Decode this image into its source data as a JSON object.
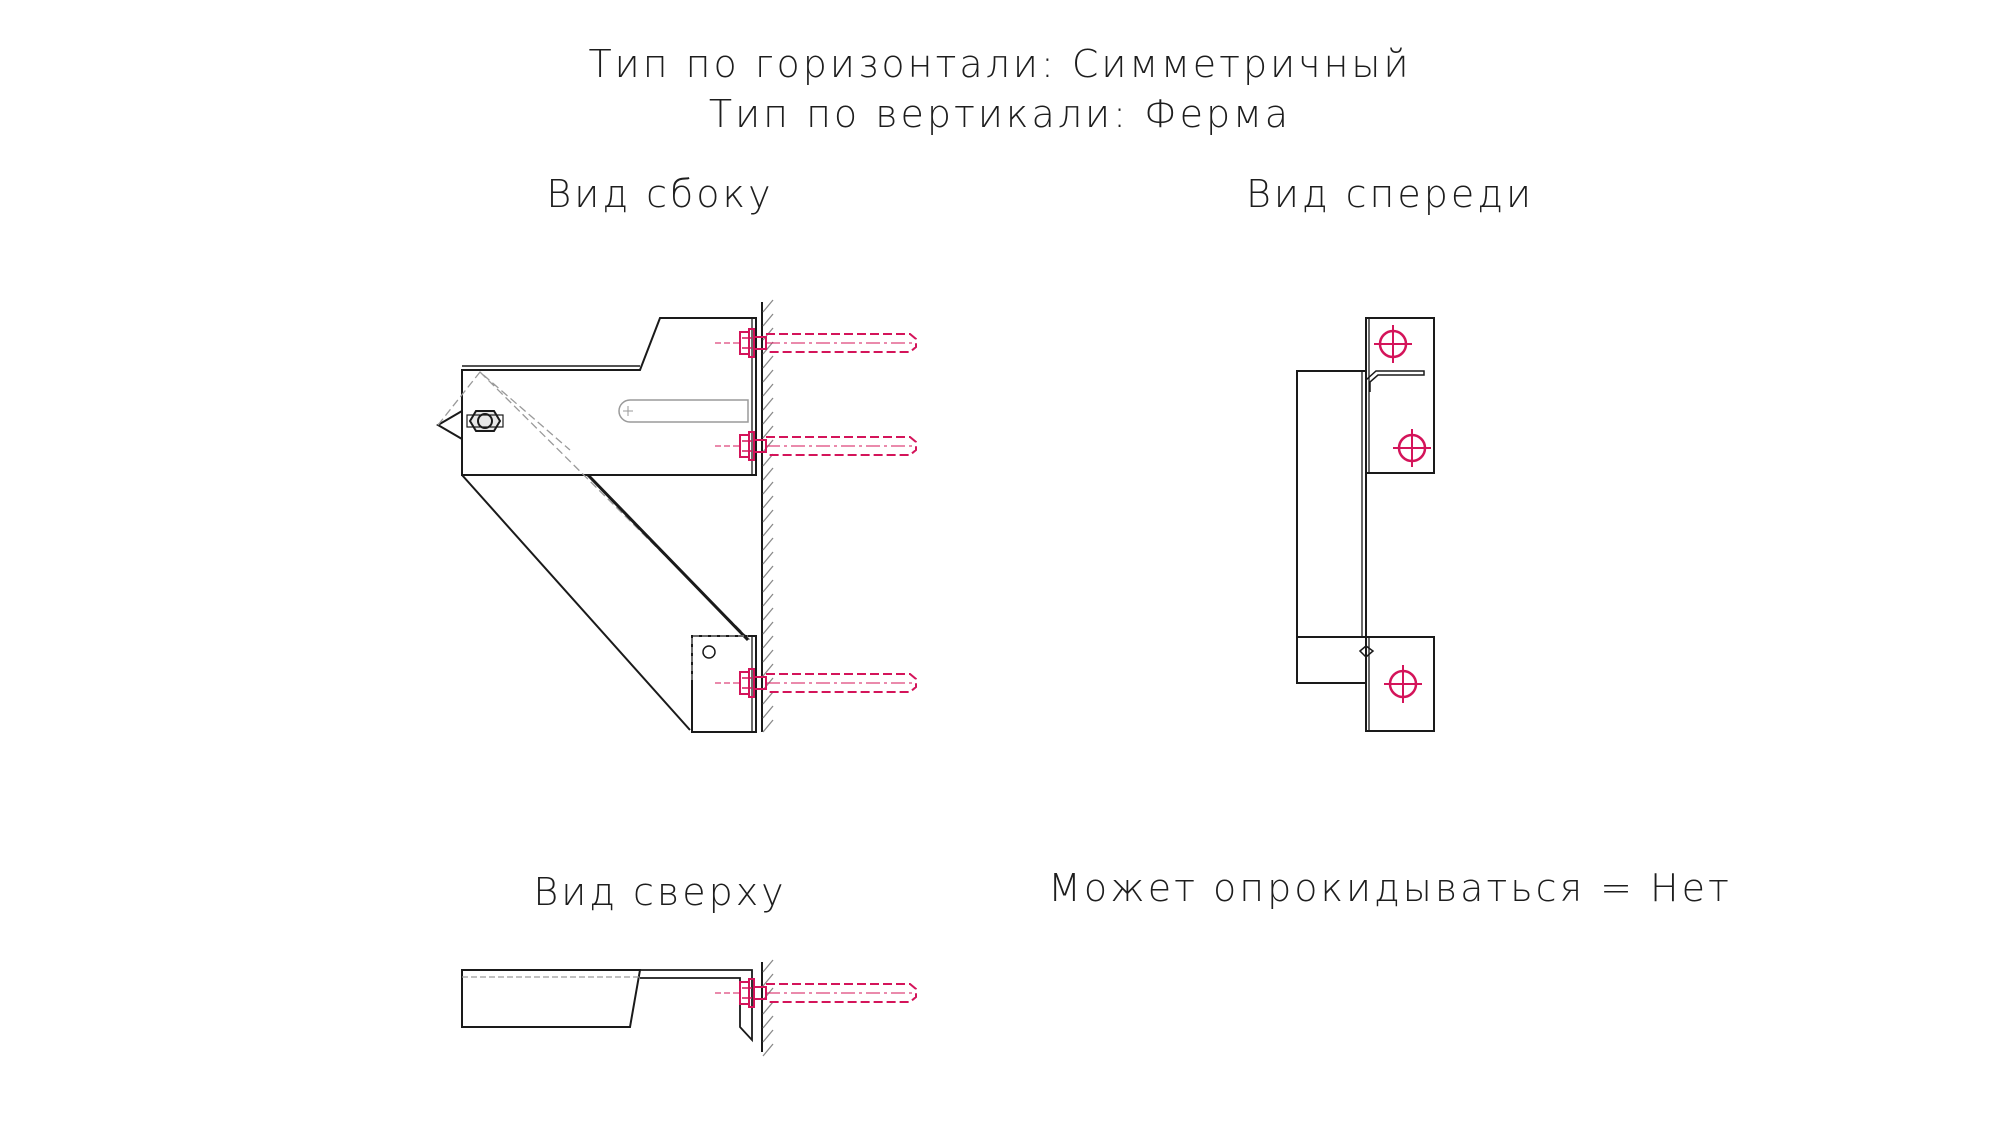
{
  "header": {
    "horizontal_type": "Тип по горизонтали: Симметричный",
    "vertical_type": "Тип по вертикали: Ферма"
  },
  "views": {
    "side": "Вид сбоку",
    "front": "Вид спереди",
    "top": "Вид сверху"
  },
  "tipping": "Может опрокидываться = Нет",
  "colors": {
    "line": "#1a1a1a",
    "bolt": "#d4145a",
    "hatch": "#8a8a8a",
    "hidden": "#9a9a9a"
  }
}
